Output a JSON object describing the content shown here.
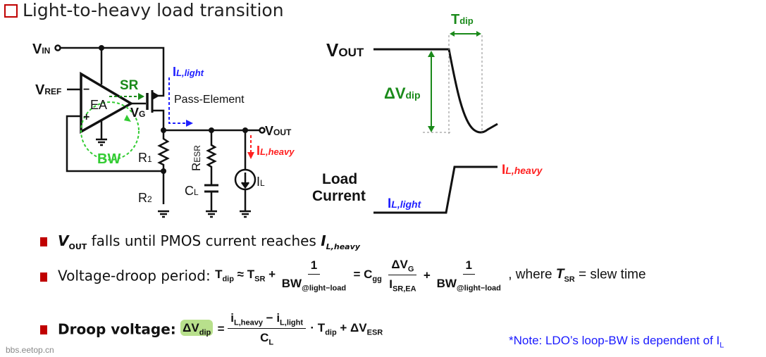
{
  "title": "Light-to-heavy load transition",
  "circuit": {
    "vin": "V",
    "vin_sub": "IN",
    "vref": "V",
    "vref_sub": "REF",
    "minus": "−",
    "plus": "+",
    "ea": "EA",
    "sr": "SR",
    "vg": "V",
    "vg_sub": "G",
    "bw": "BW",
    "il_light": "I",
    "il_light_sub": "L,light",
    "pass_element": "Pass-Element",
    "vout": "V",
    "vout_sub": "OUT",
    "il_heavy": "I",
    "il_heavy_sub": "L,heavy",
    "r1": "R",
    "r1_sub": "1",
    "r2": "R",
    "r2_sub": "2",
    "resr": "R",
    "resr_sub": "ESR",
    "cl": "C",
    "cl_sub": "L",
    "il": "I",
    "il_sub": "L"
  },
  "waveform": {
    "vout": "V",
    "vout_sub": "OUT",
    "tdip": "T",
    "tdip_sub": "dip",
    "dv": "ΔV",
    "dv_sub": "dip",
    "load_current_1": "Load",
    "load_current_2": "Current",
    "il_heavy": "I",
    "il_heavy_sub": "L,heavy",
    "il_light": "I",
    "il_light_sub": "L,light"
  },
  "bullets": [
    {
      "a": "V",
      "a_sub": "OUT",
      "b": " falls until PMOS current reaches ",
      "c": "I",
      "c_sub": "L,heavy"
    },
    {
      "label": "Voltage-droop period:",
      "t": "T",
      "t_sub": "dip",
      "approx": " ≈ T",
      "sr_sub": "SR",
      "plus": " + ",
      "one": "1",
      "bw": "BW",
      "bw_sub": "@light−load",
      "eq": " = C",
      "cgg_sub": "gg",
      "dvg": "ΔV",
      "dvg_sub": "G",
      "isr": "I",
      "isr_sub": "SR,EA",
      "plus2": " + ",
      "one2": "1",
      "bw2": "BW",
      "bw2_sub": "@light−load",
      "where": ", where ",
      "tsr": "T",
      "tsr_sub": "SR",
      "slew": " = slew time"
    },
    {
      "label": "Droop voltage:",
      "dv": "ΔV",
      "dv_sub": "dip",
      "eq": " = ",
      "num_a": "i",
      "num_a_sub": "L,heavy",
      "minus": " − ",
      "num_b": "i",
      "num_b_sub": "L,light",
      "den": "C",
      "den_sub": "L",
      "dot": " · T",
      "t_sub": "dip",
      "plus": " + ΔV",
      "esr_sub": "ESR"
    }
  ],
  "note": "*Note: LDO’s loop-BW is dependent of I",
  "note_sub": "L",
  "watermark": "bbs.eetop.cn"
}
